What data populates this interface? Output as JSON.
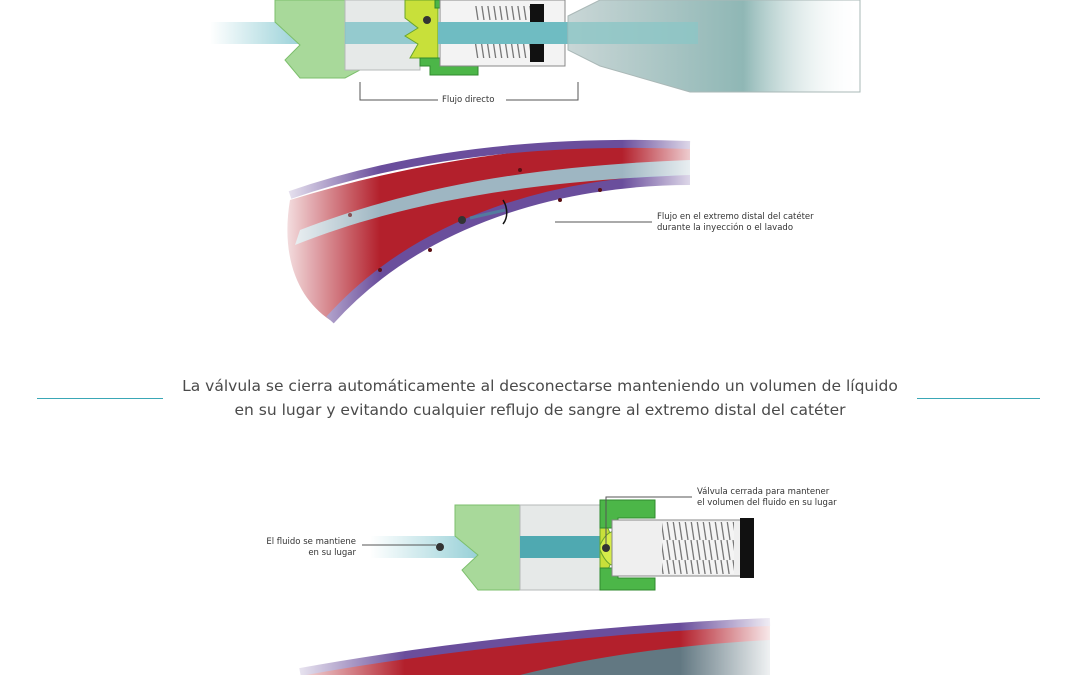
{
  "labels": {
    "direct_flow": "Flujo directo",
    "distal_flow_line1": "Flujo en el extremo distal del catéter",
    "distal_flow_line2": "durante la inyección o el lavado",
    "closed_valve_line1": "Válvula cerrada para mantener",
    "closed_valve_line2": "el volumen del fluido en su lugar",
    "fluid_held_line1": "El fluido se mantiene",
    "fluid_held_line2": "en su lugar"
  },
  "caption": {
    "line1": "La válvula se cierra automáticamente al desconectarse manteniendo un volumen de líquido",
    "line2": "en su lugar y evitando cualquier reflujo de sangre al extremo distal del catéter"
  },
  "colors": {
    "accent_line": "#3aa7b6",
    "valve_green": "#4cb648",
    "valve_yellow": "#c8e03a",
    "light_green": "#a8d99a",
    "fluid_teal": "#5fb7c2",
    "vessel_red": "#b3202c",
    "vessel_purple": "#6a4e9c"
  }
}
